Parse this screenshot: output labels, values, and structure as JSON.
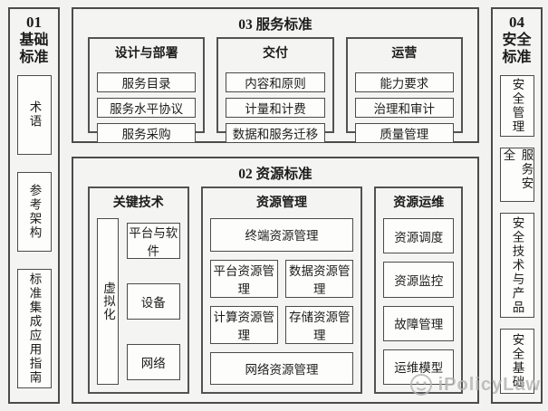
{
  "colors": {
    "border": "#4b4b4b",
    "panel_bg": "#f4f4f2",
    "box_bg": "#fdfdfb",
    "text": "#1c1c1c",
    "watermark": "#b3b3b3"
  },
  "basic": {
    "id": "01",
    "title": "基础标准",
    "items": [
      "术语",
      "参考架构",
      "标准集成应用指南"
    ]
  },
  "security": {
    "id": "04",
    "title": "安全标准",
    "items": [
      "安全管理",
      "服务安全",
      "安全技术与产品",
      "安全基础"
    ]
  },
  "service": {
    "title": "03 服务标准",
    "groups": [
      {
        "header": "设计与部署",
        "items": [
          "服务目录",
          "服务水平协议",
          "服务采购"
        ]
      },
      {
        "header": "交付",
        "items": [
          "内容和原则",
          "计量和计费",
          "数据和服务迁移"
        ]
      },
      {
        "header": "运营",
        "items": [
          "能力要求",
          "治理和审计",
          "质量管理"
        ]
      }
    ]
  },
  "resource": {
    "title": "02 资源标准",
    "key_tech": {
      "header": "关键技术",
      "vertical_item": "虚拟化",
      "items": [
        "平台与软件",
        "设备",
        "网络"
      ]
    },
    "management": {
      "header": "资源管理",
      "row1": "终端资源管理",
      "row2": [
        "平台资源管理",
        "数据资源管理"
      ],
      "row3": [
        "计算资源管理",
        "存储资源管理"
      ],
      "row4": "网络资源管理"
    },
    "operations": {
      "header": "资源运维",
      "items": [
        "资源调度",
        "资源监控",
        "故障管理",
        "运维模型"
      ]
    }
  },
  "watermark": {
    "text": "iPolicyLaw"
  }
}
